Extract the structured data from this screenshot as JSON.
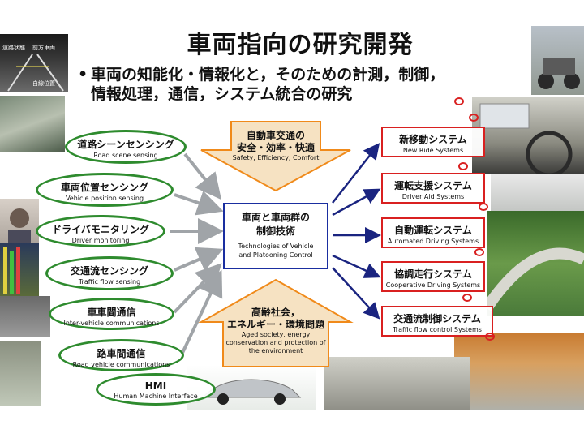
{
  "title": "車両指向の研究開発",
  "bullet": {
    "symbol": "•",
    "line1": "車両の知能化・情報化と，そのための計測，制御，",
    "line2": "情報処理，通信，システム統合の研究"
  },
  "photo_labels": [
    "道路状態",
    "前方車両",
    "白線位置"
  ],
  "inputs": [
    {
      "jp": "道路シーンセンシング",
      "en": "Road scene sensing"
    },
    {
      "jp": "車両位置センシング",
      "en": "Vehicle position sensing"
    },
    {
      "jp": "ドライバモニタリング",
      "en": "Driver monitoring"
    },
    {
      "jp": "交通流センシング",
      "en": "Traffic flow sensing"
    },
    {
      "jp": "車車間通信",
      "en": "Inter-vehicle communications"
    },
    {
      "jp": "路車間通信",
      "en": "Road vehicle communications"
    },
    {
      "jp": "HMI",
      "en": "Human Machine Interface"
    }
  ],
  "center": {
    "jp_line1": "車両と車両群の",
    "jp_line2": "制御技術",
    "en_line1": "Technologies of Vehicle",
    "en_line2": "and Platooning Control"
  },
  "top_arrow": {
    "jp_line1": "自動車交通の",
    "jp_line2": "安全・効率・快適",
    "en": "Safety, Efficiency, Comfort"
  },
  "bottom_arrow": {
    "jp_line1": "高齢社会，",
    "jp_line2": "エネルギー・環境問題",
    "en_line1": "Aged society, energy",
    "en_line2": "conservation and protection of",
    "en_line3": "the environment"
  },
  "outputs": [
    {
      "jp": "新移動システム",
      "en": "New Ride Systems"
    },
    {
      "jp": "運転支援システム",
      "en": "Driver Aid Systems"
    },
    {
      "jp": "自動運転システム",
      "en": "Automated Driving Systems"
    },
    {
      "jp": "協調走行システム",
      "en": "Cooperative Driving Systems"
    },
    {
      "jp": "交通流制御システム",
      "en": "Traffic flow control Systems"
    }
  ],
  "colors": {
    "input_border": "#2e8b2e",
    "output_border": "#d92020",
    "center_border": "#1a2ea0",
    "arrow_fill": "#f6e2c2",
    "arrow_border": "#f08a1a",
    "input_arrows": "#a0a4a8",
    "output_arrows": "#1a2480"
  }
}
